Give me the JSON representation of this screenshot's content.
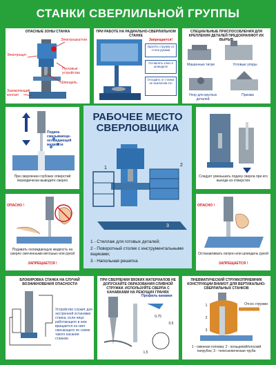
{
  "title": "СТАНКИ СВЕРЛИЛЬНОЙ ГРУППЫ",
  "colors": {
    "frame": "#27a23b",
    "machine_blue": "#3b7fc0",
    "warning_red": "#d4161b"
  },
  "p1": {
    "title": "ОПАСНЫЕ ЗОНЫ СТАНКА",
    "labels": [
      "Электрошкаттин",
      "Пусковые устройства",
      "Электрощит",
      "Шпиндель",
      "Заземляющий контакт"
    ]
  },
  "p2": {
    "title": "ПРИ РАБОТЕ НА РАДИАЛЬНО-СВЕРЛИЛЬНОМ СТАНКЕ",
    "red": "Запрещается!",
    "boxes": [
      "Удалять стружку со стола руками",
      "Оставлять ключ в шпинделе",
      "Отходить от станка не выключив его"
    ]
  },
  "p3": {
    "title": "СПЕЦИАЛЬНЫЕ ПРИСПОСОБЛЕНИЯ ДЛЯ КРЕПЛЕНИЯ ДЕТАЛЕЙ ПРЕДОХРАНЯЮТ ИХ ВЫРЫВ",
    "labels": [
      "Машинные тиски",
      "Угловые упоры",
      "Упор для круглых деталей",
      "Призма"
    ]
  },
  "p4": {
    "arrow_label": "Подача смазывающе-охлаждающей жидкости",
    "caption": "При сверлении глубоких отверстий периодически выводите сверло"
  },
  "center": {
    "title_line1": "РАБОЧЕЕ МЕСТО",
    "title_line2": "СВЕРЛОВЩИКА",
    "items": [
      "1 - Стеллаж для готовых деталей;",
      "2 - Поворотный столик с инструментальными ящиками;",
      "3 - Напольная решетка"
    ]
  },
  "p5": {
    "caption": "Следует уменьшать подачу сверла при его выходе из отверстия"
  },
  "p6": {
    "danger": "ОПАСНО !",
    "caption": "Подавать охлаждающую жидкость на сверло смоченными ветошью или рукой",
    "red": "ЗАПРЕЩАЕТСЯ !"
  },
  "p7": {
    "danger": "ОПАСНО !",
    "caption": "Останавливать патрон или шпиндель рукой",
    "red": "ЗАПРЕЩАЕТСЯ !"
  },
  "p8": {
    "title": "БЛОКИРОВКА СТАНКА НА СЛУЧАЙ ВОЗНИКНОВЕНИЯ ОПАСНОСТИ",
    "text": "Устройство служит для экстренной остановки станка, если лицо работающего в нем вращается на свет свисающего по схеме такого касания станком"
  },
  "p9": {
    "title": "ПРИ СВЕРЛЕНИИ ВЯЗКИХ МАТЕРИАЛОВ НЕ ДОПУСКАЙТЕ ОБРАЗОВАНИЯ СЛИВНОЙ СТРУЖКИ. ИСПОЛЬЗУЙТЕ СВЕРЛА С КАНАВКАМИ НА РЕЖУЩИХ ГРАНЯХ",
    "label": "Профиль канавки",
    "dims": [
      "0,75",
      "0,5",
      "1,5"
    ]
  },
  "p10": {
    "title": "ПНЕВМАТИЧЕСКИЙ СТРУЖКОПРИЕМНИК КОНСТРУКЦИИ ВНИИОТ ДЛЯ ВЕРТИКАЛЬНО-СВЕРЛИЛЬНЫХ СТАНКОВ",
    "labels": [
      "Отсос стружки",
      "1",
      "2",
      "3"
    ],
    "caption": "1 - сменная головка; 2 - кольцевой/плоский патрубок; 3 - телескопическая труба"
  }
}
